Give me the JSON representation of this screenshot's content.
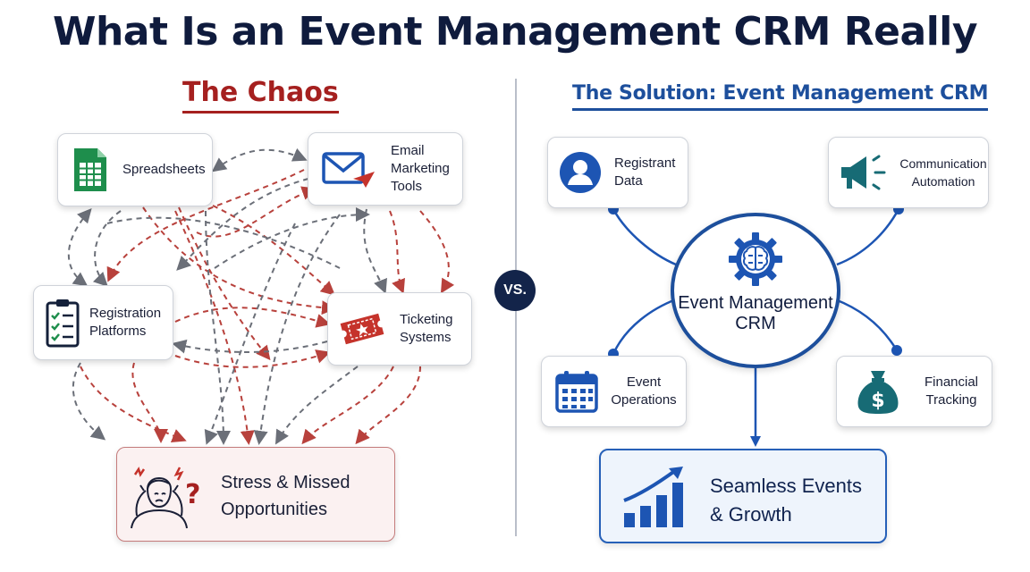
{
  "title": "What Is an Event Management CRM Really",
  "chaos": {
    "heading": "The Chaos",
    "color": "#a5201f",
    "cards": {
      "spreadsheets": "Spreadsheets",
      "email": "Email Marketing Tools",
      "registration": "Registration Platforms",
      "ticketing": "Ticketing Systems"
    },
    "outcome": "Stress & Missed Opportunities"
  },
  "vs_label": "VS.",
  "solution": {
    "heading": "The Solution: Event Management CRM",
    "color": "#1d4f9c",
    "hub": "Event Management CRM",
    "cards": {
      "registrant": "Registrant Data",
      "communication": "Communication Automation",
      "operations": "Event Operations",
      "financial": "Financial Tracking"
    },
    "outcome": "Seamless Events & Growth"
  },
  "icons": [
    "spreadsheet-icon",
    "email-icon",
    "clipboard-checklist-icon",
    "ticket-icon",
    "stressed-person-icon",
    "user-icon",
    "megaphone-icon",
    "calendar-icon",
    "money-bag-icon",
    "brain-gear-icon",
    "growth-chart-icon"
  ]
}
